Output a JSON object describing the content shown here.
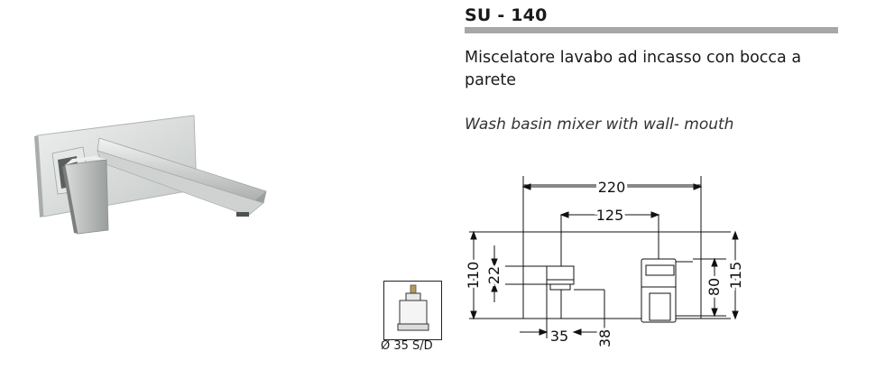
{
  "product": {
    "code": "SU - 140",
    "description_it": "Miscelatore lavabo ad incasso con bocca a parete",
    "description_en": "Wash basin mixer with wall- mouth"
  },
  "drawing": {
    "dimensions": {
      "width_total": "220",
      "width_inner": "125",
      "height_left": "110",
      "height_small": "22",
      "height_right_inner": "80",
      "height_right_total": "115",
      "spout_offset": "35",
      "spout_height": "38"
    }
  },
  "cartridge": {
    "label": "Ø 35 S/D"
  }
}
